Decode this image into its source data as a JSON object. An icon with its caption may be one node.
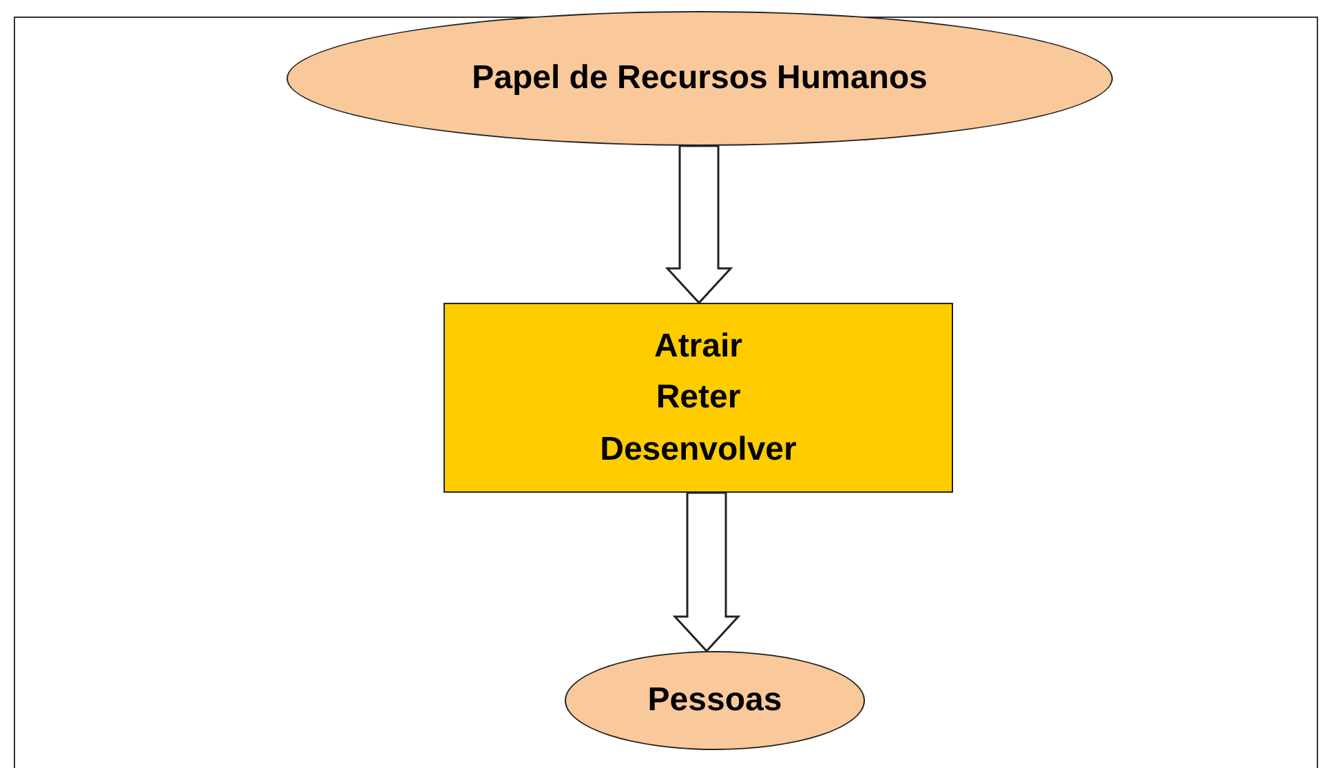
{
  "diagram": {
    "nodes": [
      {
        "text": [
          "Papel de Recursos Humanos"
        ]
      },
      {
        "text": [
          "Atrair",
          "Reter",
          "Desenvolver"
        ]
      },
      {
        "text": [
          "Pessoas"
        ]
      }
    ],
    "edges": [
      {
        "from": 0,
        "to": 1,
        "arrow": "to"
      },
      {
        "from": 1,
        "to": 2,
        "arrow": "to"
      }
    ]
  }
}
